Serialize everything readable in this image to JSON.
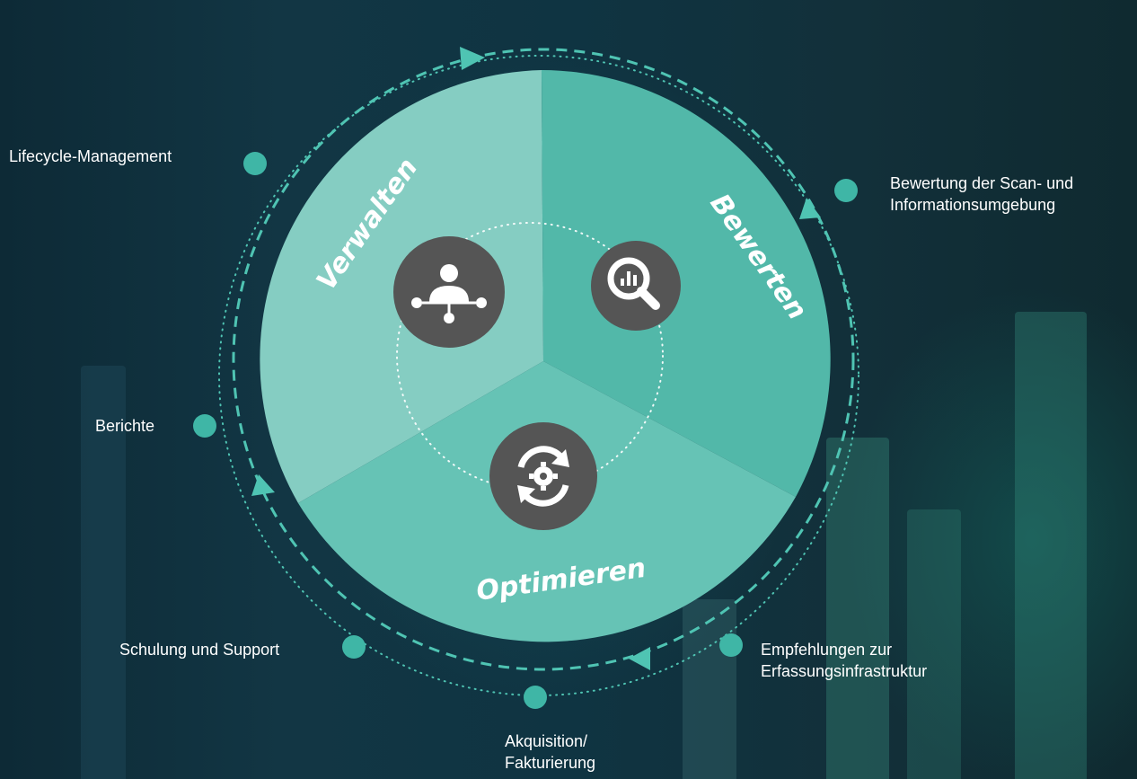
{
  "segments": {
    "verwalten": "Verwalten",
    "bewerten": "Bewerten",
    "optimieren": "Optimieren"
  },
  "icons": {
    "verwalten": "user-network-icon",
    "bewerten": "magnifier-chart-icon",
    "optimieren": "gear-cycle-icon"
  },
  "steps": {
    "lifecycle": "Lifecycle-Management",
    "bewertung_line1": "Bewertung der Scan- und",
    "bewertung_line2": "Informationsumgebung",
    "berichte": "Berichte",
    "empfehlungen_line1": "Empfehlungen zur",
    "empfehlungen_line2": "Erfassungsinfrastruktur",
    "schulung": "Schulung und Support",
    "akquisition_line1": "Akquisition/",
    "akquisition_line2": "Fakturierung"
  },
  "colors": {
    "teal_light": "#85cdc2",
    "teal_mid": "#66c3b5",
    "teal_dark": "#52b8a9",
    "dot": "#3fb6a6",
    "icon_circle": "#555555"
  }
}
